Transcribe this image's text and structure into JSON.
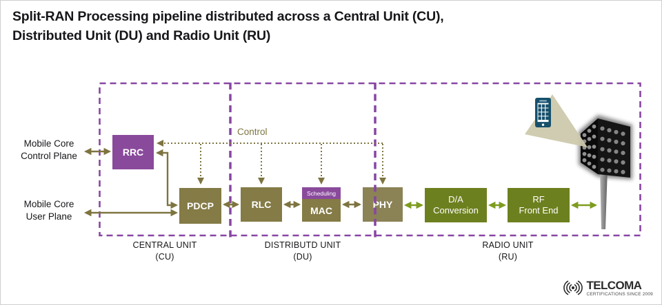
{
  "title": {
    "line1": "Split-RAN Processing pipeline distributed across a Central Unit (CU),",
    "line2": "Distributed Unit (DU) and Radio Unit (RU)"
  },
  "left_labels": {
    "control_plane": "Mobile Core\nControl Plane",
    "user_plane": "Mobile Core\nUser Plane"
  },
  "control_label": "Control",
  "blocks": {
    "rrc": {
      "label": "RRC"
    },
    "pdcp": {
      "label": "PDCP"
    },
    "rlc": {
      "label": "RLC"
    },
    "mac": {
      "label": "MAC",
      "header": "Scheduling"
    },
    "phy": {
      "label": "PHY"
    },
    "da": {
      "label": "D/A\nConversion"
    },
    "rf": {
      "label": "RF\nFront End"
    }
  },
  "regions": {
    "cu": {
      "name": "CENTRAL UNIT",
      "abbr": "(CU)"
    },
    "du": {
      "name": "DISTRIBUTD UNIT",
      "abbr": "(DU)"
    },
    "ru": {
      "name": "RADIO UNIT",
      "abbr": "(RU)"
    }
  },
  "icons": {
    "phone": "smartphone-icon",
    "antenna": "antenna-array-icon",
    "signal": "radio-waves-icon"
  },
  "logo": {
    "name": "TELCOMA",
    "tagline": "CERTIFICATIONS SINCE 2009"
  },
  "colors": {
    "purple": "#8a4a9c",
    "dashed_border": "#8745a3",
    "olive_box": "#847b46",
    "phy_box": "#8b8256",
    "green_box": "#6d801f",
    "olive_arrow": "#7d7440",
    "green_arrow": "#7e9c1f",
    "beam": "#cdc9ad",
    "phone_blue": "#17506b",
    "text": "#17171b"
  }
}
